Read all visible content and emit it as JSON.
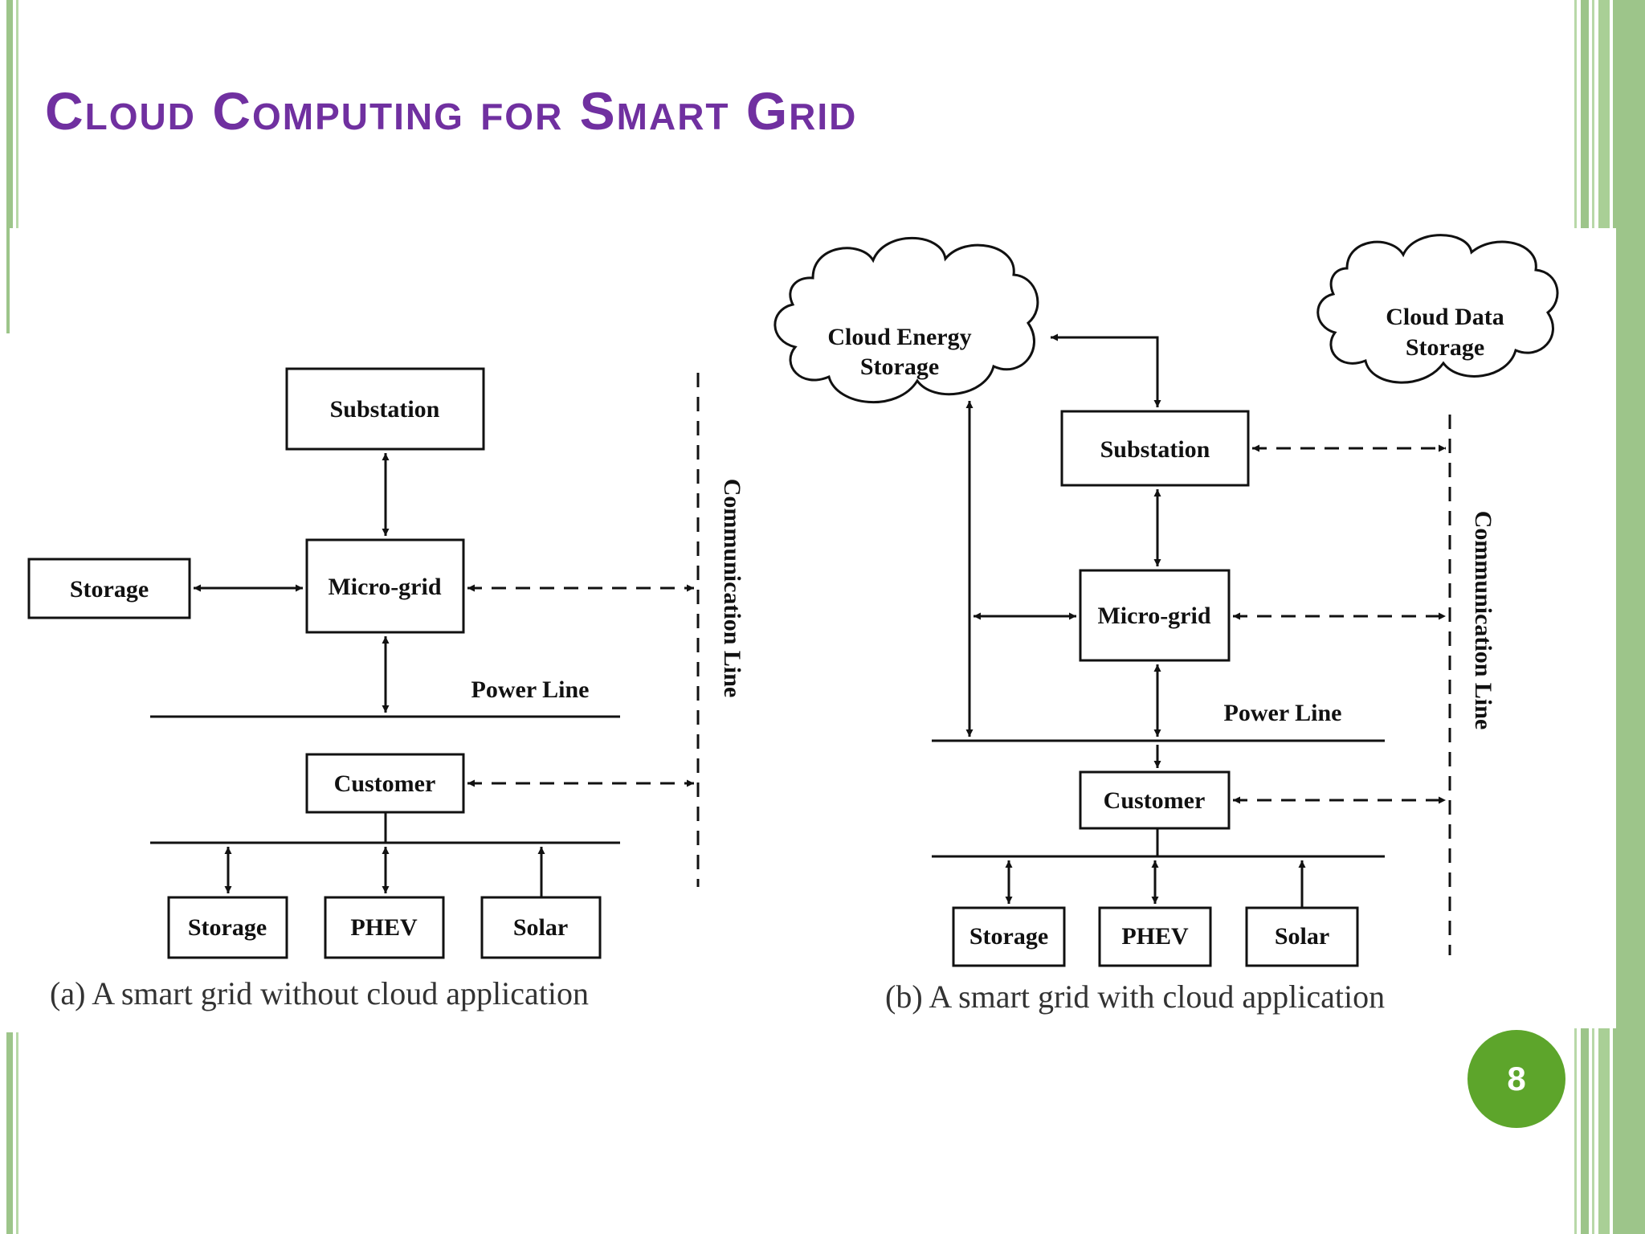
{
  "slide": {
    "title": "Cloud Computing for Smart Grid",
    "page_number": "8",
    "colors": {
      "title": "#7030a0",
      "page_badge": "#5da52b",
      "border": "#9dc58a"
    }
  },
  "diagram_a": {
    "nodes": {
      "substation": "Substation",
      "microgrid": "Micro-grid",
      "storage_main": "Storage",
      "customer": "Customer",
      "storage": "Storage",
      "phev": "PHEV",
      "solar": "Solar"
    },
    "power_line": "Power Line",
    "communication_line": "Communication Line",
    "caption": "(a) A smart grid without cloud application"
  },
  "diagram_b": {
    "nodes": {
      "cloud_energy_1": "Cloud Energy",
      "cloud_energy_2": "Storage",
      "cloud_data_1": "Cloud Data",
      "cloud_data_2": "Storage",
      "substation": "Substation",
      "microgrid": "Micro-grid",
      "customer": "Customer",
      "storage": "Storage",
      "phev": "PHEV",
      "solar": "Solar"
    },
    "power_line": "Power Line",
    "communication_line": "Communication Line",
    "caption": "(b) A smart grid with cloud application"
  }
}
